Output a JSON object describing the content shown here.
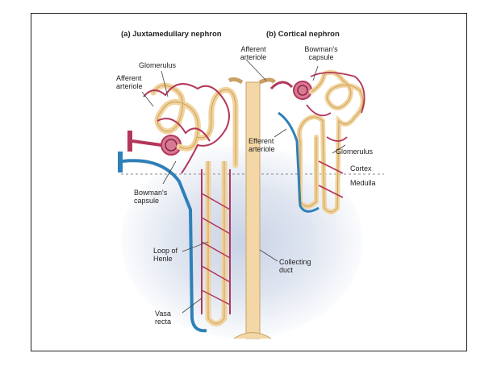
{
  "figure": {
    "title_a": "(a) Juxtamedullary nephron",
    "title_b": "(b) Cortical nephron",
    "labels": {
      "afferent_arteriole_a": "Afferent arteriole",
      "glomerulus_a": "Glomerulus",
      "bowmans_capsule_a": "Bowman's capsule",
      "loop_of_henle": "Loop of Henle",
      "vasa_recta": "Vasa recta",
      "afferent_arteriole_b": "Afferent arteriole",
      "bowmans_capsule_b": "Bowman's capsule",
      "efferent_arteriole": "Efferent arteriole",
      "glomerulus_b": "Glomerulus",
      "cortex": "Cortex",
      "medulla": "Medulla",
      "collecting_duct": "Collecting duct"
    }
  },
  "colors": {
    "tubule": "#f1d39b",
    "tubule_outline": "#c9a164",
    "vessel_red": "#b3375a",
    "vessel_blue": "#2f7fb8",
    "duct": "#f3d7a6"
  }
}
